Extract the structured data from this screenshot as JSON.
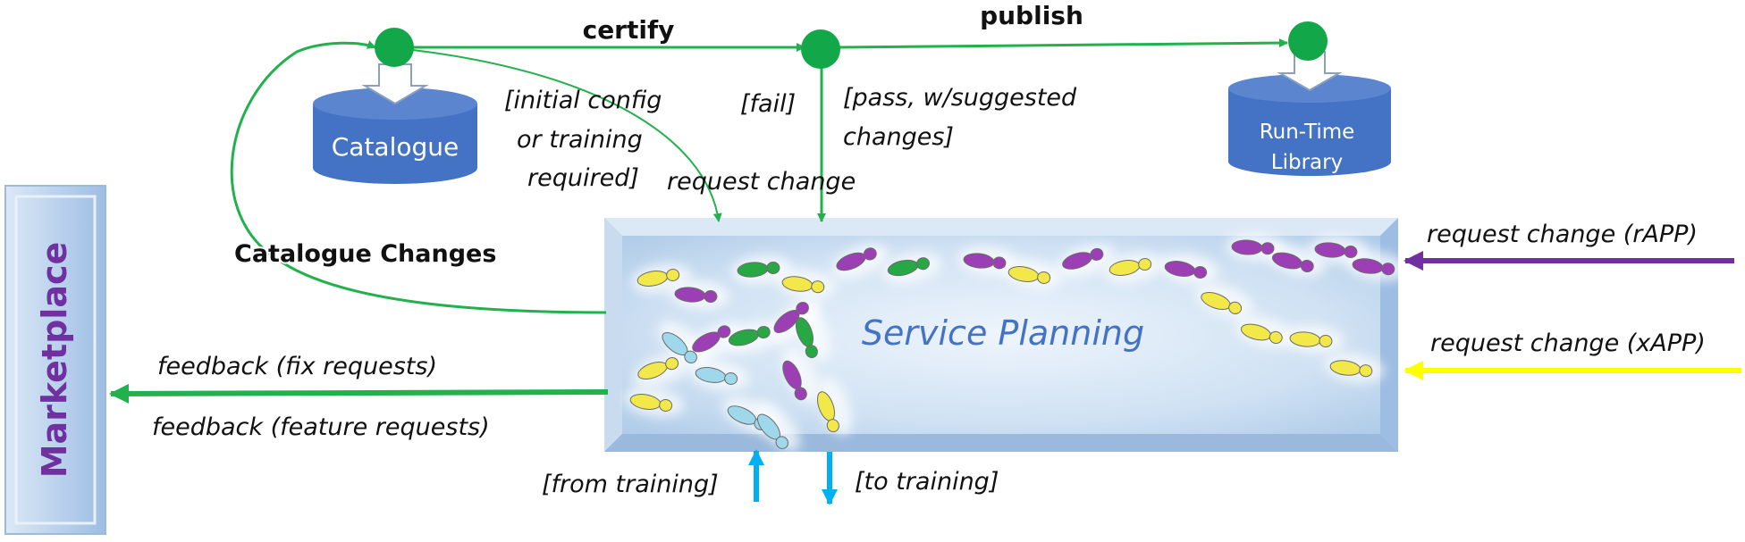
{
  "marketplace": {
    "label": "Marketplace"
  },
  "catalogue": {
    "label": "Catalogue"
  },
  "runtime_library": {
    "line1": "Run-Time",
    "line2": "Library"
  },
  "service_planning": {
    "label": "Service Planning"
  },
  "flow": {
    "certify": "certify",
    "publish": "publish",
    "catalogue_changes": "Catalogue Changes",
    "initial_config": [
      "[initial config",
      "or training",
      "required]"
    ],
    "fail": "[fail]",
    "pass": [
      "[pass, w/suggested",
      "changes]"
    ],
    "request_change": "request change",
    "request_change_rapp": "request change (rAPP)",
    "request_change_xapp": "request change (xAPP)",
    "feedback_fix": "feedback (fix requests)",
    "feedback_feature": "feedback (feature requests)",
    "from_training": "[from training]",
    "to_training": "[to training]"
  },
  "colors": {
    "flow_green": "#22b14c",
    "node_green": "#12a84a",
    "catalogue_blue": "#4472c4",
    "rapp_purple": "#7030a0",
    "xapp_yellow": "#ffff00",
    "training_cyan": "#00b0f0",
    "marketplace_text": "#7030a0",
    "service_planning_text": "#4472c4"
  }
}
